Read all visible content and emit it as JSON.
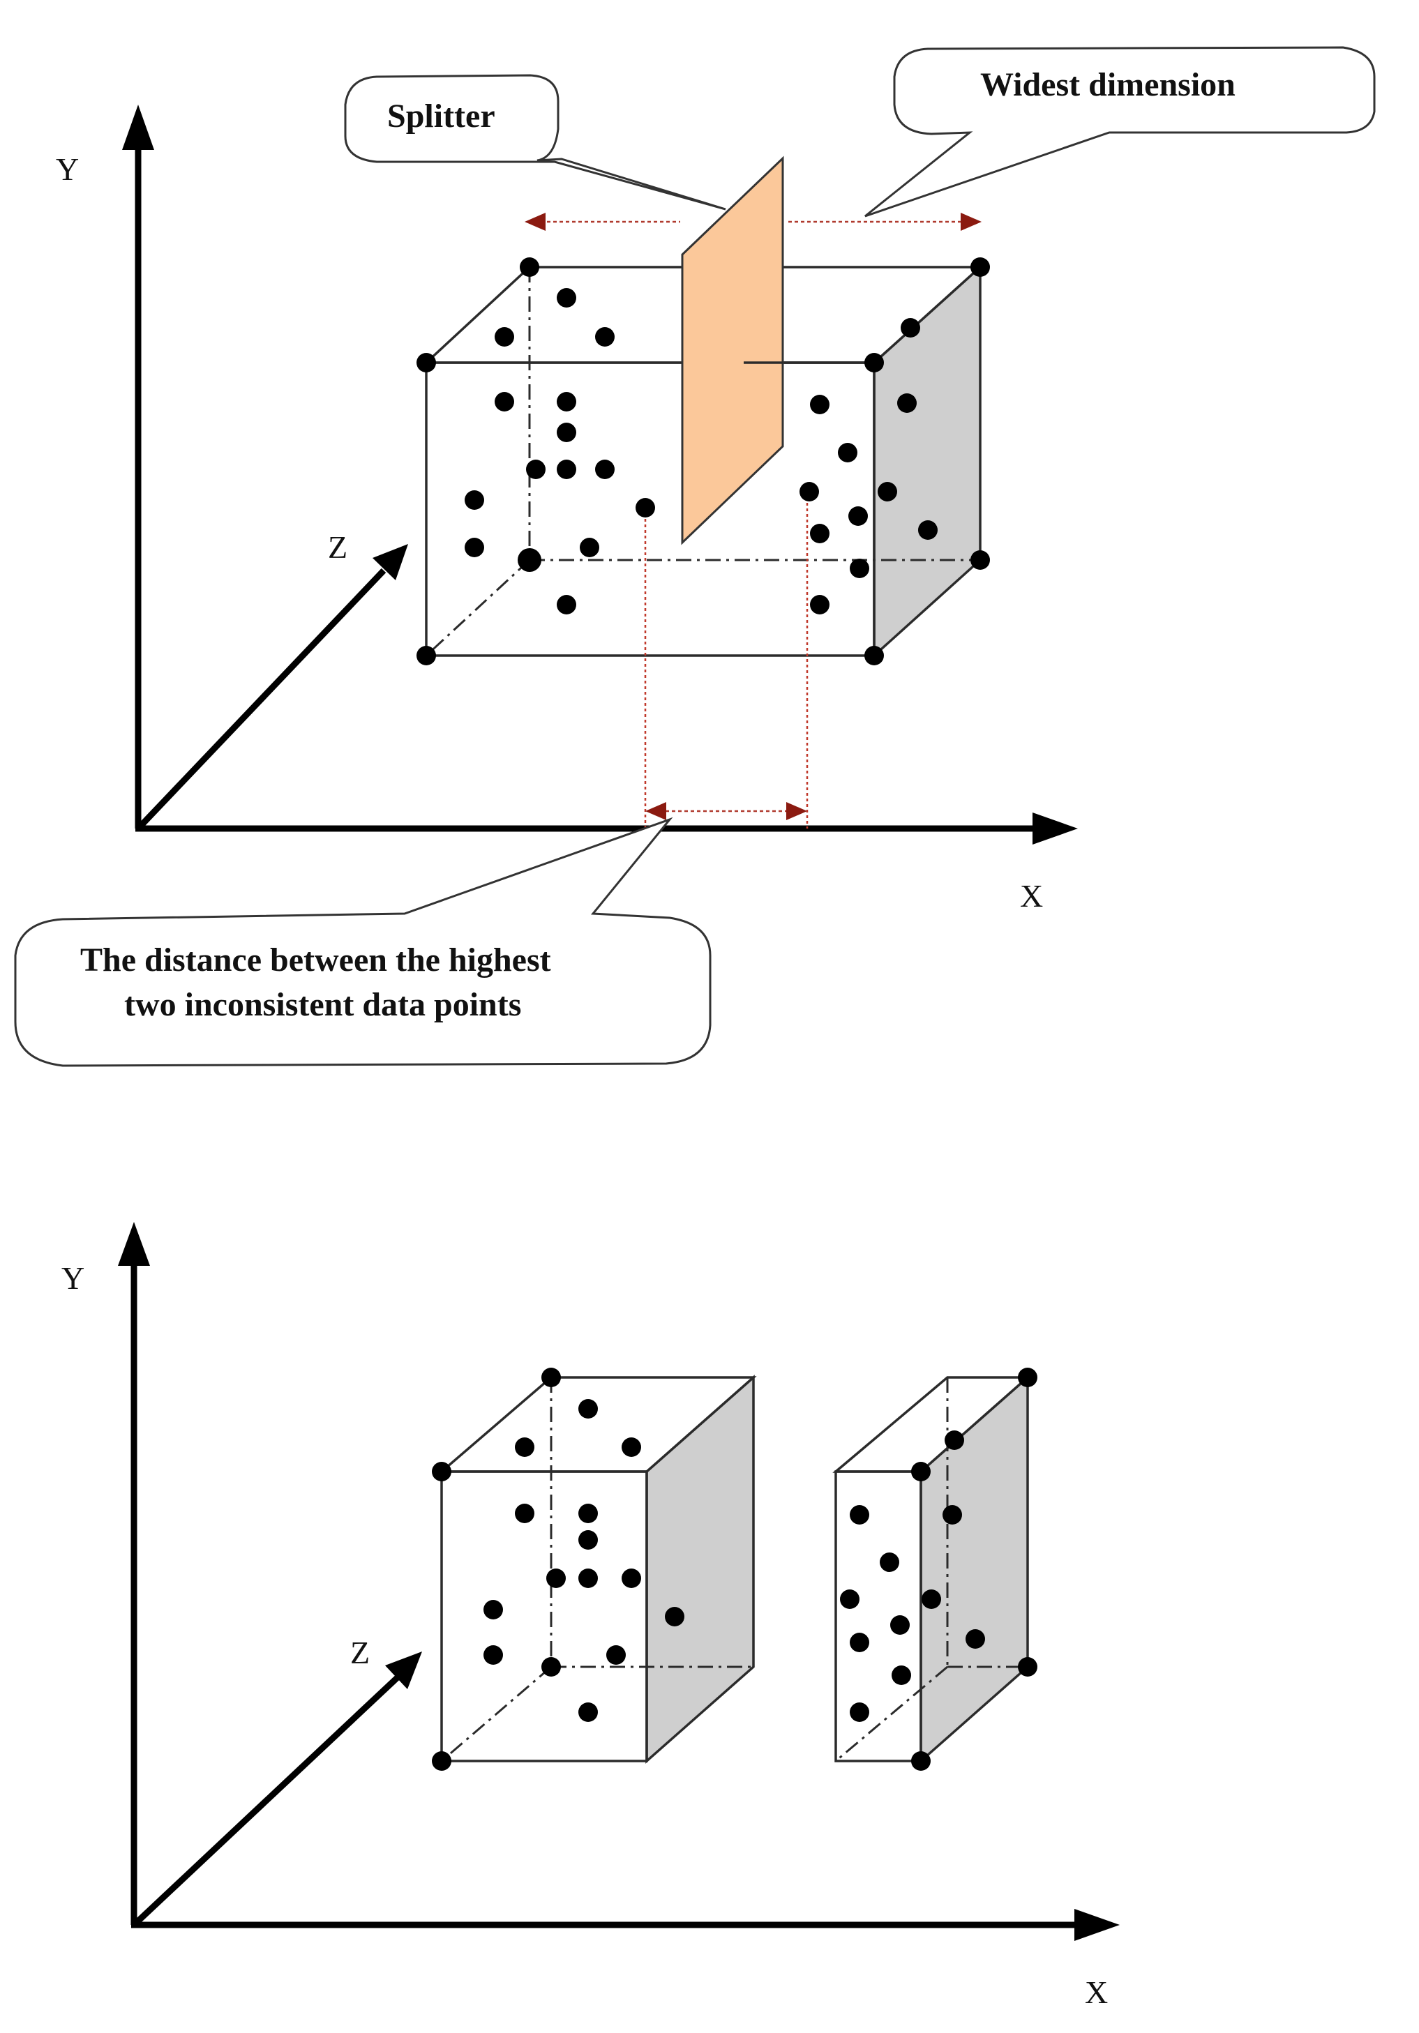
{
  "top_panel": {
    "axes": {
      "y_label": "Y",
      "x_label": "X",
      "z_label": "Z"
    },
    "callouts": {
      "splitter": "Splitter",
      "widest_dimension": "Widest dimension",
      "distance_line1": "The distance between the highest",
      "distance_line2": "two inconsistent data points"
    },
    "colors": {
      "splitter_fill": "#fbc89a",
      "side_face": "#cfcfcf",
      "dimension_arrow": "#b03a2e"
    }
  },
  "bottom_panel": {
    "axes": {
      "y_label": "Y",
      "x_label": "X",
      "z_label": "Z"
    }
  }
}
